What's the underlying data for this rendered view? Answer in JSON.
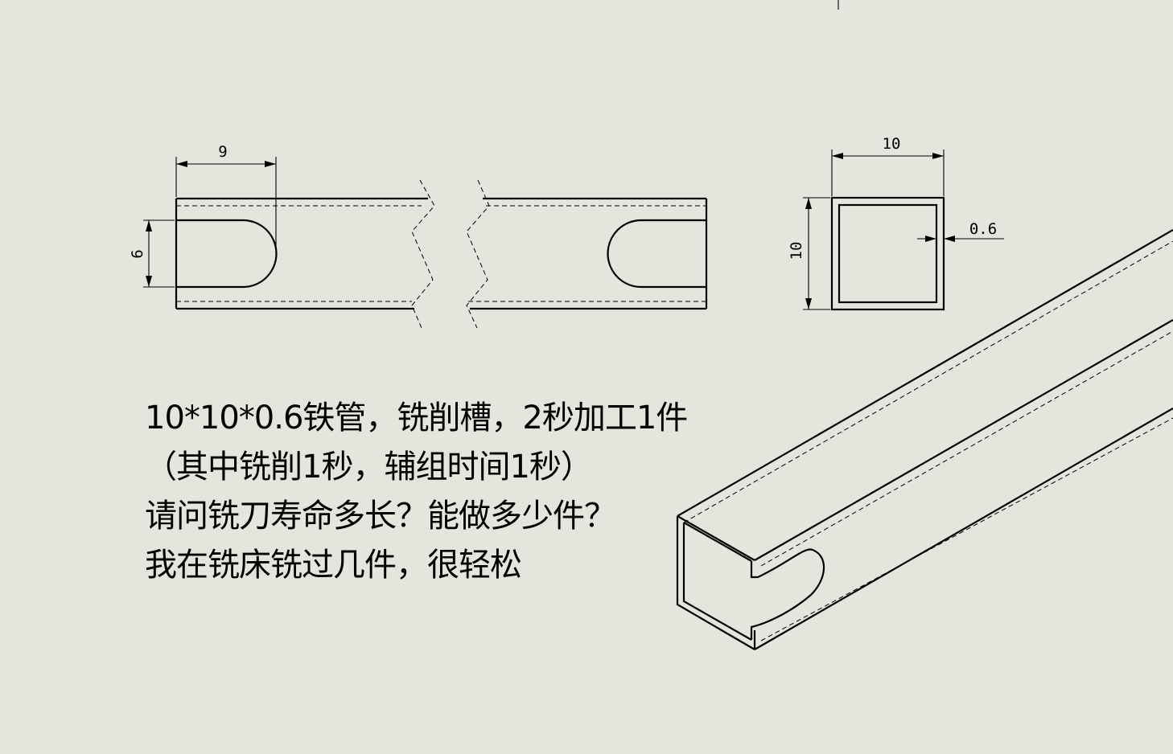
{
  "dimensions": {
    "slot_length": "9",
    "slot_width": "6",
    "tube_width": "10",
    "tube_height": "10",
    "wall_thickness": "0.6"
  },
  "note": {
    "lines": [
      "10*10*0.6铁管，铣削槽，2秒加工1件",
      "（其中铣削1秒，辅组时间1秒）",
      "请问铣刀寿命多长？能做多少件？",
      "我在铣床铣过几件，很轻松"
    ]
  }
}
